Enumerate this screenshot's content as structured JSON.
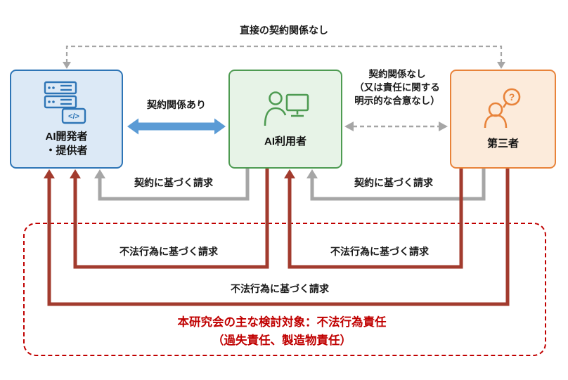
{
  "diagram": {
    "top_label": "直接の契約関係なし",
    "boxes": {
      "developer": {
        "line1": "AI開発者",
        "line2": "・提供者"
      },
      "user": {
        "label": "AI利用者"
      },
      "third_party": {
        "label": "第三者"
      }
    },
    "labels": {
      "contract_yes": "契約関係あり",
      "contract_no_1": "契約関係なし",
      "contract_no_2": "（又は責任に関する",
      "contract_no_3": "明示的な合意なし）",
      "contract_claim_left": "契約に基づく請求",
      "contract_claim_right": "契約に基づく請求",
      "tort_claim_left": "不法行為に基づく請求",
      "tort_claim_right": "不法行為に基づく請求",
      "tort_claim_bottom": "不法行為に基づく請求"
    },
    "focus": {
      "line1": "本研究会の主な検討対象：不法行為責任",
      "line2": "（過失責任、製造物責任）"
    },
    "icons": {
      "developer": "server-code-icon",
      "developer_glyph": "</>",
      "user": "person-monitor-icon",
      "third_party": "person-question-icon",
      "third_party_glyph": "?"
    },
    "colors": {
      "developer_border": "#2E75B6",
      "developer_fill": "#DCE9F6",
      "user_border": "#4E9B52",
      "user_fill": "#E7F3E7",
      "third_border": "#E8833A",
      "third_fill": "#FCEBDB",
      "blue_arrow": "#5B9BD5",
      "gray_arrow": "#A6A6A6",
      "tort_arrow": "#A23B2E",
      "focus_red": "#C00000"
    }
  }
}
